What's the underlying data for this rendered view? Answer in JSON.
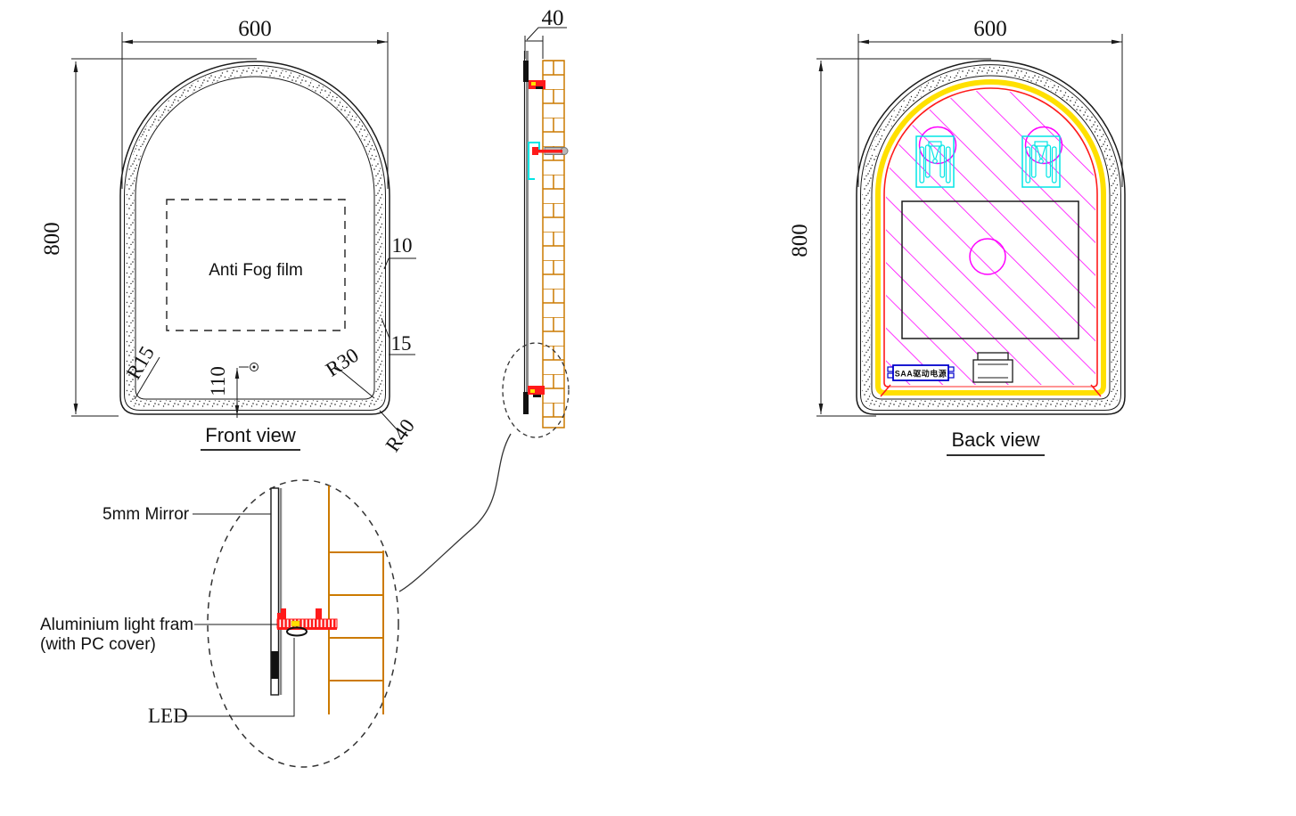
{
  "front_view": {
    "title": "Front view",
    "dim_width": "600",
    "dim_height": "800",
    "dim_edge": "10",
    "dim_frost": "15",
    "dim_sensor": "110",
    "radius_bottom_left": "R15",
    "radius_inner_bottom_right": "R30",
    "radius_outer_bottom_right": "R40",
    "film": "Anti Fog film"
  },
  "side_view": {
    "dim_depth": "40"
  },
  "back_view": {
    "title": "Back view",
    "dim_width": "600",
    "dim_height": "800",
    "driver": "SAA驱动电源"
  },
  "detail_view": {
    "mirror": "5mm Mirror",
    "frame_line1": "Aluminium light fram",
    "frame_line2": "(with PC cover)",
    "led": "LED"
  },
  "colors": {
    "wall_brick": "#cc7a00",
    "led_strip_yellow": "#ffe000",
    "frame_red": "#ff1a1a",
    "salmon_inner": "#ff9696",
    "hatch_magenta": "#ff00ff",
    "bracket_cyan": "#00e5e5",
    "driver_blue": "#0000cc",
    "glass_gray": "#8a8a8a",
    "led_dot_yellow": "#ffe000"
  }
}
